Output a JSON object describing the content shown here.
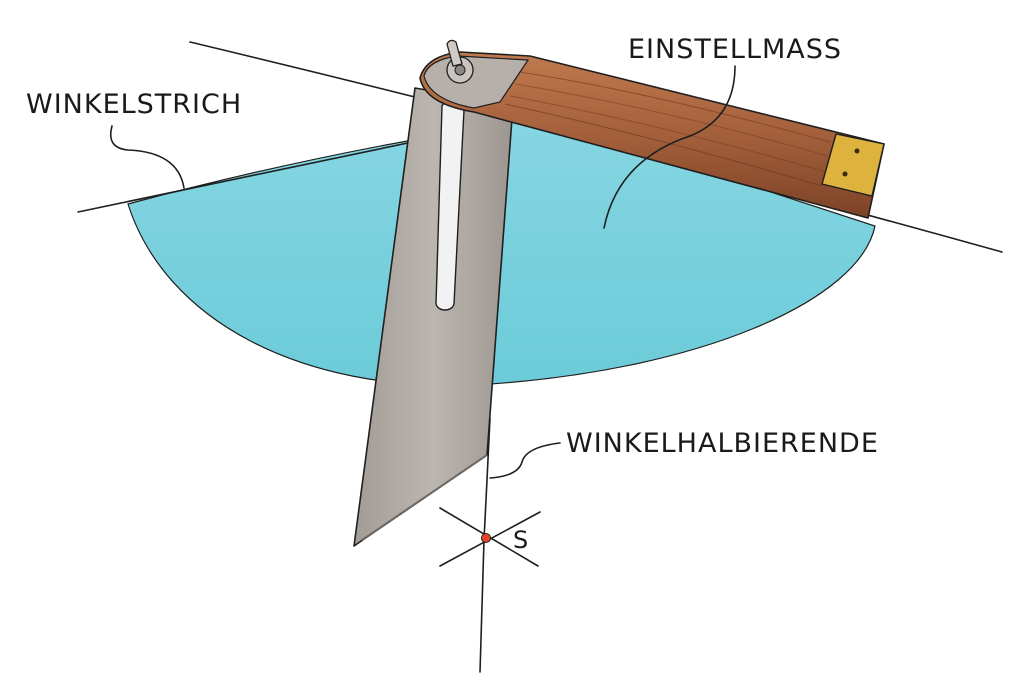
{
  "labels": {
    "angle_line": "WINKELSTRICH",
    "bevel_gauge": "EINSTELLMASS",
    "bisector": "WINKELHALBIERENDE",
    "intersection": "S"
  },
  "colors": {
    "background": "#ffffff",
    "arc_fill": "#7fd3df",
    "blade": "#b1aaa4",
    "handle": "#a7643f",
    "brass": "#ddb33e",
    "point": "#e8432c",
    "ink": "#1f1f1f"
  },
  "icons": [
    "wing-nut-icon"
  ]
}
